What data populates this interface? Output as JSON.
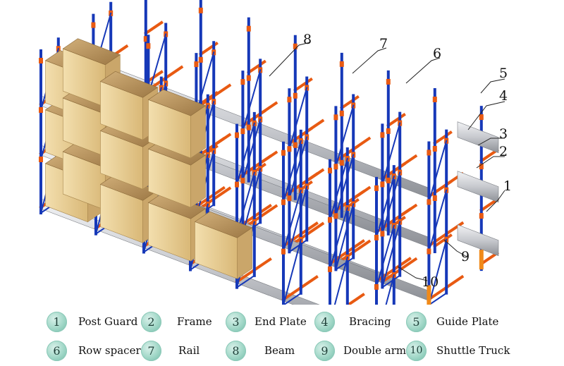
{
  "colors": {
    "upright": "#1638b8",
    "beam": "#e85a12",
    "rail": "#c9cbd0",
    "pallet_box": "#c4a06a",
    "pallet_crate": "#e8cf98",
    "badge": "#9fd6c6"
  },
  "callouts": [
    "1",
    "2",
    "3",
    "4",
    "5",
    "6",
    "7",
    "8",
    "9",
    "10"
  ],
  "legend": [
    {
      "number": "1",
      "label": "Post Guard"
    },
    {
      "number": "2",
      "label": "Frame"
    },
    {
      "number": "3",
      "label": "End Plate"
    },
    {
      "number": "4",
      "label": "Bracing"
    },
    {
      "number": "5",
      "label": "Guide Plate"
    },
    {
      "number": "6",
      "label": "Row spacer"
    },
    {
      "number": "7",
      "label": "Rail"
    },
    {
      "number": "8",
      "label": "Beam"
    },
    {
      "number": "9",
      "label": "Double arms"
    },
    {
      "number": "10",
      "label": "Shuttle Truck"
    }
  ]
}
